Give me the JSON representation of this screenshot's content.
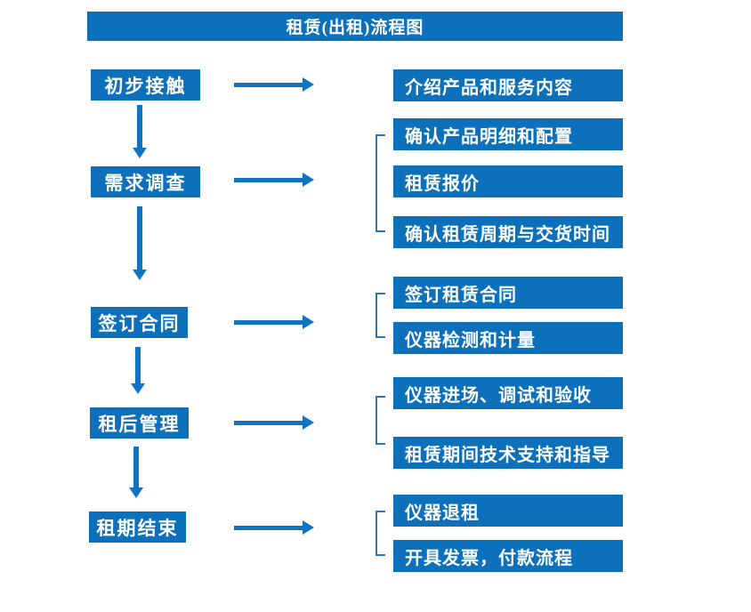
{
  "title": "租赁(出租)流程图",
  "colors": {
    "box_blue": "#0d70ba",
    "arrow_blue": "#1173c4",
    "bracket_blue": "#2e75b6",
    "text_white": "#ffffff"
  },
  "stages": [
    {
      "label": "初步接触",
      "outputs": [
        "介绍产品和服务内容"
      ]
    },
    {
      "label": "需求调查",
      "outputs": [
        "确认产品明细和配置",
        "租赁报价",
        "确认租赁周期与交货时间"
      ]
    },
    {
      "label": "签订合同",
      "outputs": [
        "签订租赁合同",
        "仪器检测和计量"
      ]
    },
    {
      "label": "租后管理",
      "outputs": [
        "仪器进场、调试和验收",
        "租赁期间技术支持和指导"
      ]
    },
    {
      "label": "租期结束",
      "outputs": [
        "仪器退租",
        "开具发票，付款流程"
      ]
    }
  ]
}
